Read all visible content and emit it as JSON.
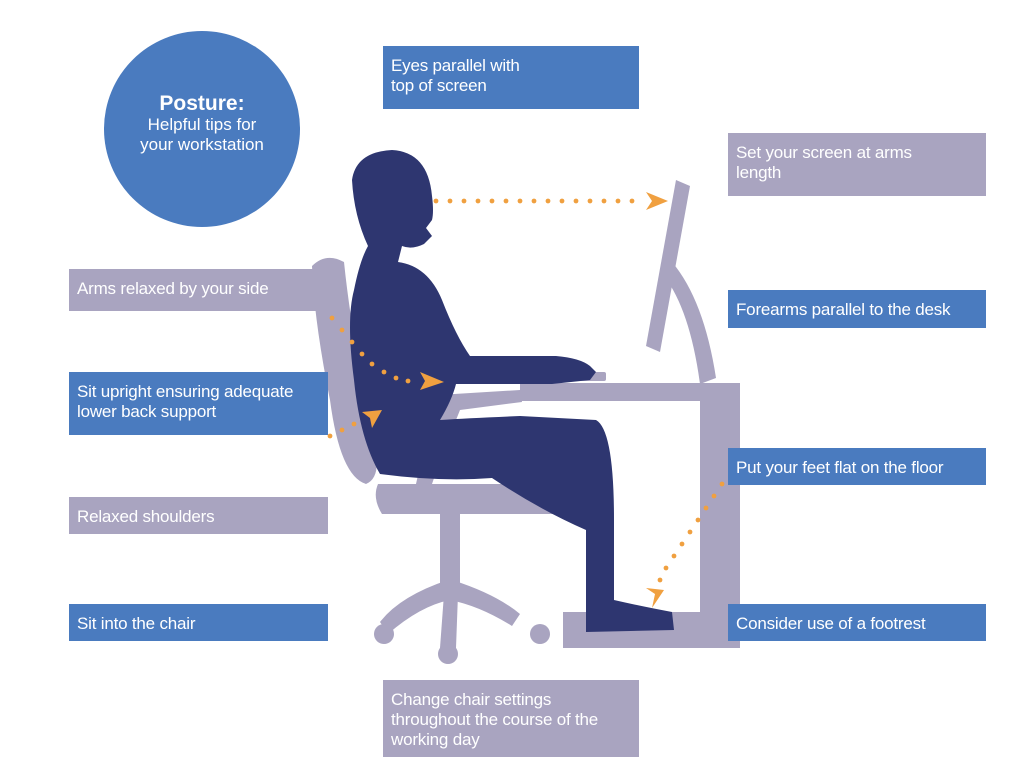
{
  "title": "Posture:",
  "subtitle": "Helpful tips for your workstation",
  "colors": {
    "blue": "#4a7bbf",
    "grey": "#a9a4c0",
    "figure": "#2e3670",
    "furniture": "#a9a4c0",
    "arrow": "#f0a040"
  },
  "tips": {
    "eyes": "Eyes parallel with top of screen",
    "screen": "Set your screen at arms length",
    "arms": "Arms relaxed by your side",
    "forearms": "Forearms parallel to the desk",
    "upright": "Sit upright ensuring adequate lower back support",
    "feet": "Put your feet flat on the floor",
    "shoulders": "Relaxed shoulders",
    "sit": "Sit into the chair",
    "footrest": "Consider use of a footrest",
    "chair": "Change chair settings throughout the course of the working day"
  }
}
